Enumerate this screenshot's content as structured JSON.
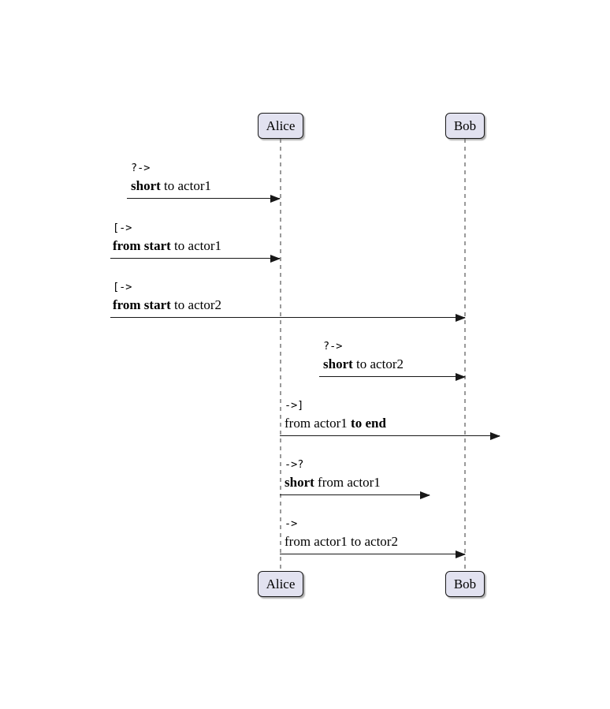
{
  "diagram": {
    "type": "uml-sequence-diagram",
    "actors": [
      {
        "name": "Alice"
      },
      {
        "name": "Bob"
      }
    ],
    "messages": [
      {
        "op": "?->",
        "from": "short-incoming",
        "to": "Alice",
        "label": {
          "pre": "",
          "bold": "short",
          "post": " to actor1"
        }
      },
      {
        "op": "[->",
        "from": "diagram-start",
        "to": "Alice",
        "label": {
          "pre": "",
          "bold": "from start",
          "post": " to actor1"
        }
      },
      {
        "op": "[->",
        "from": "diagram-start",
        "to": "Bob",
        "label": {
          "pre": "",
          "bold": "from start",
          "post": " to actor2"
        }
      },
      {
        "op": "?->",
        "from": "short-incoming",
        "to": "Bob",
        "label": {
          "pre": "",
          "bold": "short",
          "post": " to actor2"
        }
      },
      {
        "op": "->]",
        "from": "Alice",
        "to": "diagram-end",
        "label": {
          "pre": "from actor1 ",
          "bold": "to end",
          "post": ""
        }
      },
      {
        "op": "->?",
        "from": "Alice",
        "to": "short-outgoing",
        "label": {
          "pre": "",
          "bold": "short",
          "post": " from actor1"
        }
      },
      {
        "op": "->",
        "from": "Alice",
        "to": "Bob",
        "label": {
          "pre": "from actor1 to actor2",
          "bold": "",
          "post": ""
        }
      }
    ],
    "colors": {
      "background": "#FFFFFF",
      "participant_fill": "#E2E2F0",
      "participant_border": "#181818",
      "lifeline": "#9A9A9A",
      "arrow": "#181818",
      "text": "#000000"
    }
  }
}
